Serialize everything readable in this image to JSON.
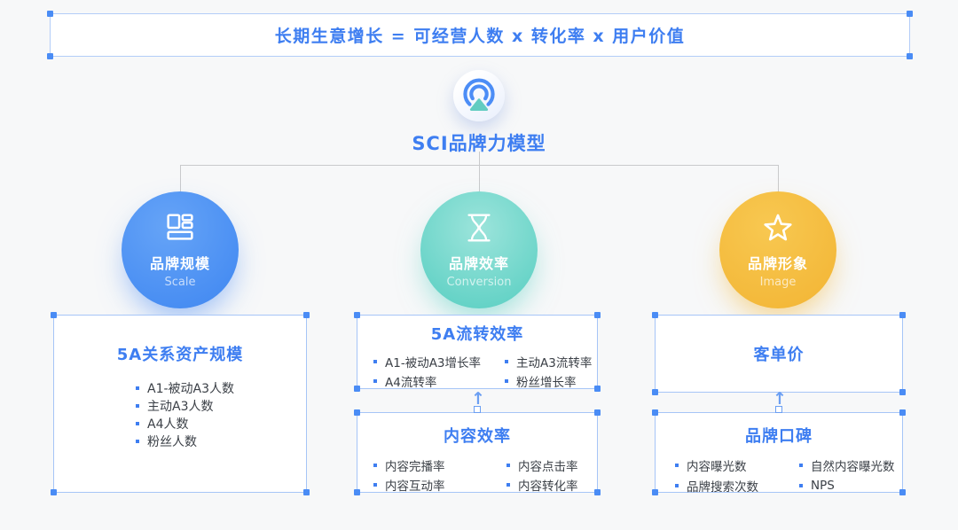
{
  "banner": {
    "title": "长期生意增长 = 可经营人数 x 转化率 x 用户价值"
  },
  "model": {
    "title": "SCI品牌力模型",
    "icon": "broadcast-live-icon"
  },
  "pillars": {
    "scale": {
      "label": "品牌规模",
      "sublabel": "Scale",
      "icon": "layout-panels-icon",
      "color": "#3e86f1"
    },
    "conversion": {
      "label": "品牌效率",
      "sublabel": "Conversion",
      "icon": "hourglass-icon",
      "color": "#56cec1"
    },
    "image": {
      "label": "品牌形象",
      "sublabel": "Image",
      "icon": "star-icon",
      "color": "#f2b433"
    }
  },
  "boxes": {
    "scale_assets": {
      "title": "5A关系资产规模",
      "items": [
        "A1-被动A3人数",
        "主动A3人数",
        "A4人数",
        "粉丝人数"
      ]
    },
    "flow_efficiency": {
      "title": "5A流转效率",
      "col1": [
        "A1-被动A3增长率",
        "A4流转率"
      ],
      "col2": [
        "主动A3流转率",
        "粉丝增长率"
      ]
    },
    "content_efficiency": {
      "title": "内容效率",
      "col1": [
        "内容完播率",
        "内容互动率"
      ],
      "col2": [
        "内容点击率",
        "内容转化率"
      ]
    },
    "unit_price": {
      "title": "客单价"
    },
    "brand_reputation": {
      "title": "品牌口碑",
      "col1": [
        "内容曝光数",
        "品牌搜索次数"
      ],
      "col2": [
        "自然内容曝光数",
        "NPS"
      ]
    }
  },
  "arrow": {
    "glyph": "↑"
  },
  "colors": {
    "accent_blue": "#3e7ef1",
    "box_border": "#a6c5f7",
    "handle_blue": "#4a8cf5",
    "connector_gray": "#c9cacc",
    "background": "#f7f8f9"
  }
}
